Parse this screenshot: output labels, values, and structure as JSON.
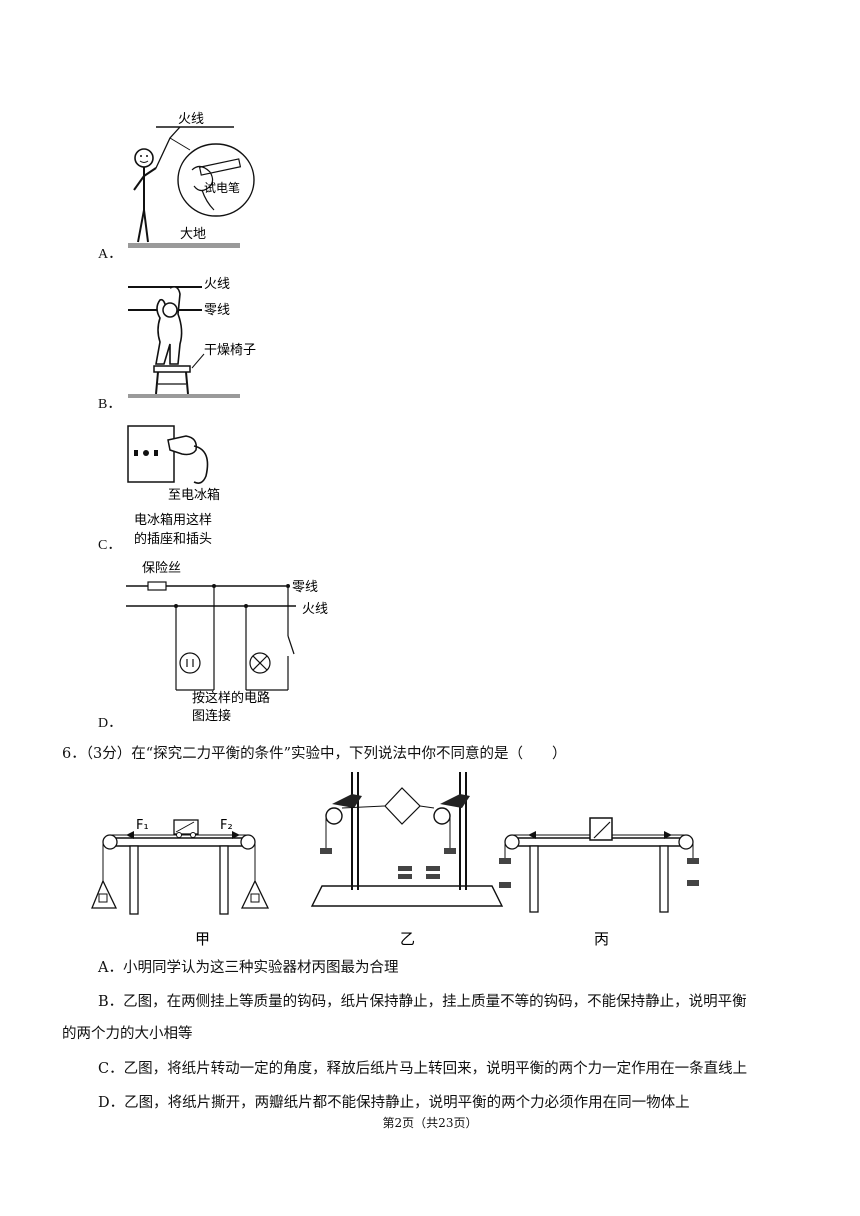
{
  "q5": {
    "options": [
      {
        "letter": "A．",
        "labels": {
          "live": "火线",
          "pen": "试电笔",
          "ground": "大地"
        }
      },
      {
        "letter": "B．",
        "labels": {
          "live": "火线",
          "neutral": "零线",
          "chair": "干燥椅子"
        }
      },
      {
        "letter": "C．",
        "labels": {
          "to_fridge": "至电冰箱",
          "caption1": "电冰箱用这样",
          "caption2": "的插座和插头"
        }
      },
      {
        "letter": "D．",
        "labels": {
          "fuse": "保险丝",
          "neutral": "零线",
          "live": "火线",
          "caption1": "按这样的电路",
          "caption2": "图连接"
        }
      }
    ]
  },
  "q6": {
    "stem": "6．（3分）在“探究二力平衡的条件”实验中，下列说法中你不同意的是（　　）",
    "figure_labels": {
      "f1": "F₁",
      "f2": "F₂",
      "jia": "甲",
      "yi": "乙",
      "bing": "丙"
    },
    "options": [
      {
        "text": "A．小明同学认为这三种实验器材丙图最为合理"
      },
      {
        "text": "B．乙图，在两侧挂上等质量的钩码，纸片保持静止，挂上质量不等的钩码，不能保持静止，说明平衡"
      },
      {
        "text": "的两个力的大小相等"
      },
      {
        "text": "C．乙图，将纸片转动一定的角度，释放后纸片马上转回来，说明平衡的两个力一定作用在一条直线上"
      },
      {
        "text": "D．乙图，将纸片撕开，两瓣纸片都不能保持静止，说明平衡的两个力必须作用在同一物体上"
      }
    ]
  },
  "footer": {
    "text": "第2页（共23页）"
  }
}
